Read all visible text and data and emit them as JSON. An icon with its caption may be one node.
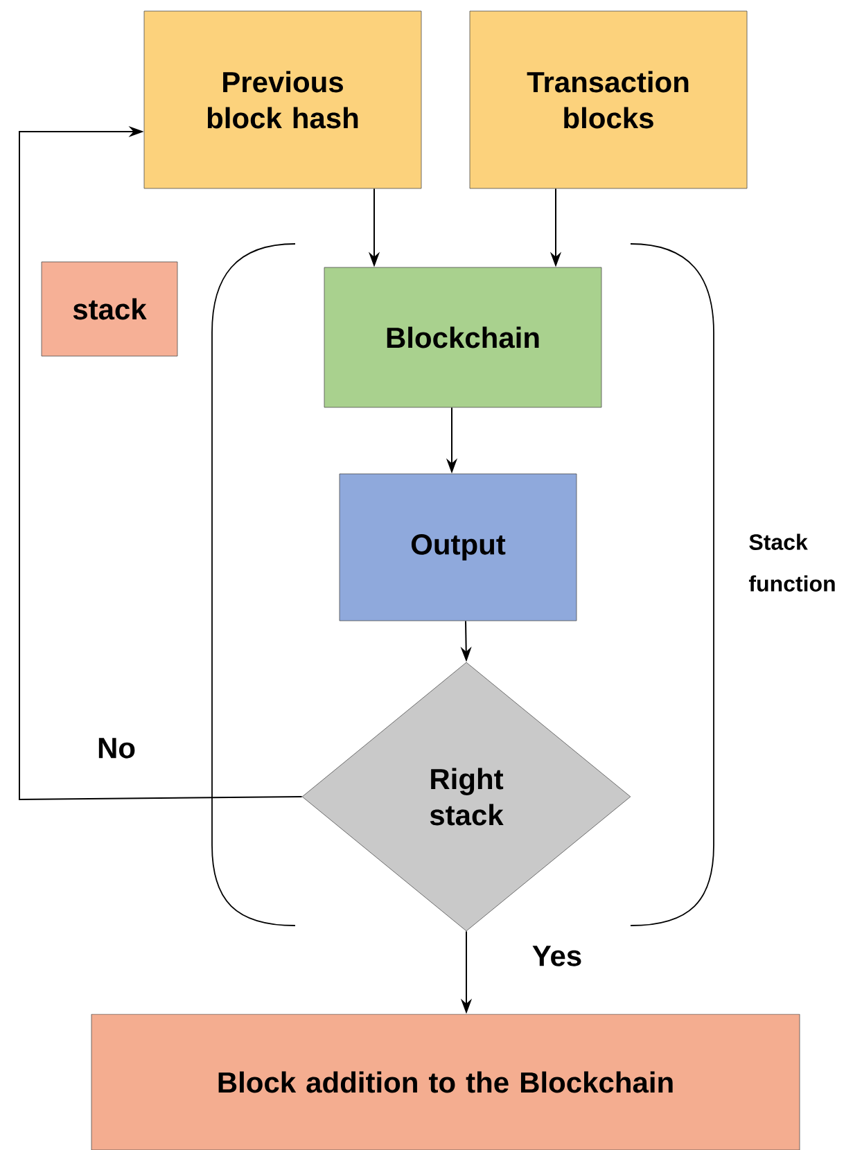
{
  "diagram": {
    "nodes": [
      {
        "text": [
          "Previous block hash"
        ]
      },
      {
        "text": [
          "Transaction blocks"
        ]
      },
      {
        "text": [
          "stack"
        ]
      },
      {
        "text": [
          "Blockchain"
        ]
      },
      {
        "text": [
          "Output"
        ]
      },
      {
        "text": [
          "Right stack"
        ]
      },
      {
        "text": [
          "Block addition to the Blockchain"
        ]
      }
    ],
    "edges": [
      {
        "from": 0,
        "to": 3,
        "arrow": "to"
      },
      {
        "from": 1,
        "to": 3,
        "arrow": "to"
      },
      {
        "from": 3,
        "to": 4,
        "arrow": "to"
      },
      {
        "from": 4,
        "to": 5,
        "arrow": "to"
      },
      {
        "from": 5,
        "to": 0,
        "arrow": "to",
        "label": "No"
      },
      {
        "from": 5,
        "to": 6,
        "arrow": "to",
        "label": "Yes"
      }
    ],
    "labels": [
      "Stack function"
    ]
  }
}
